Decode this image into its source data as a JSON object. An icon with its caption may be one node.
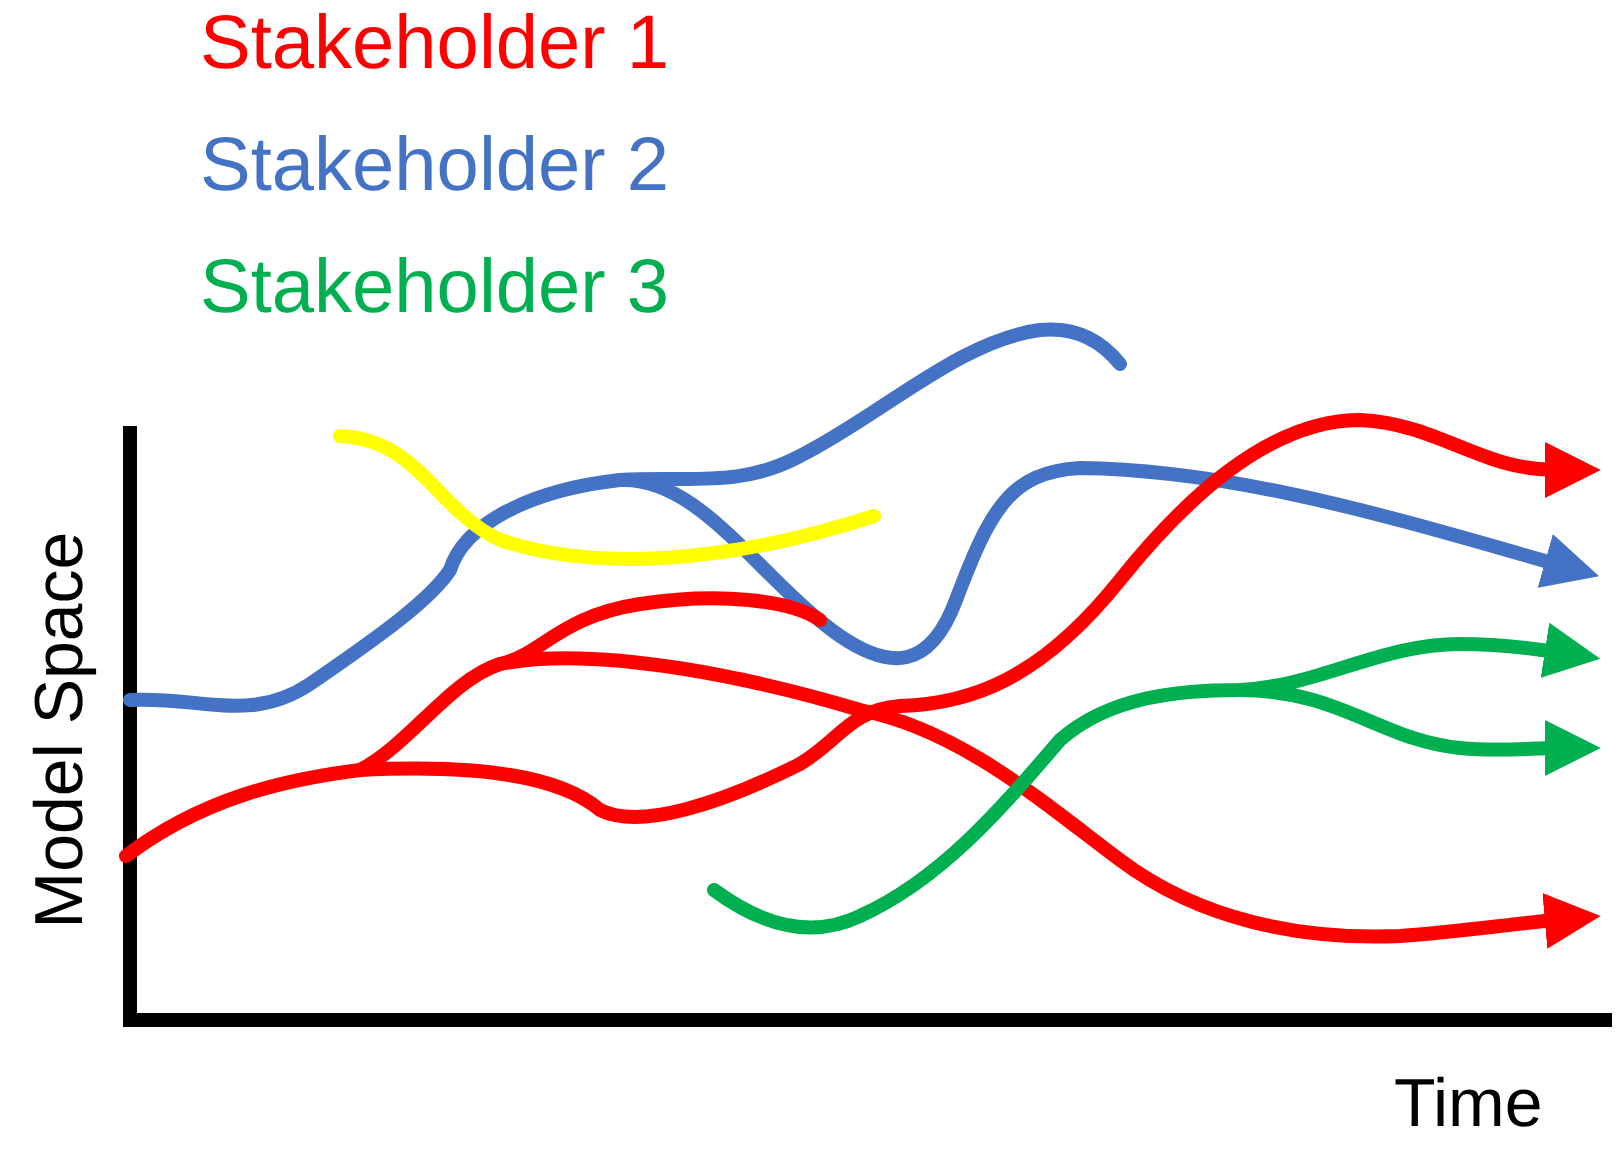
{
  "diagram": {
    "labels": [
      "Model Space",
      "Time"
    ],
    "legend": [
      {
        "text": "Stakeholder 1",
        "color": "#ff0000"
      },
      {
        "text": "Stakeholder 2",
        "color": "#4472c4"
      },
      {
        "text": "Stakeholder 3",
        "color": "#00b050"
      }
    ]
  }
}
